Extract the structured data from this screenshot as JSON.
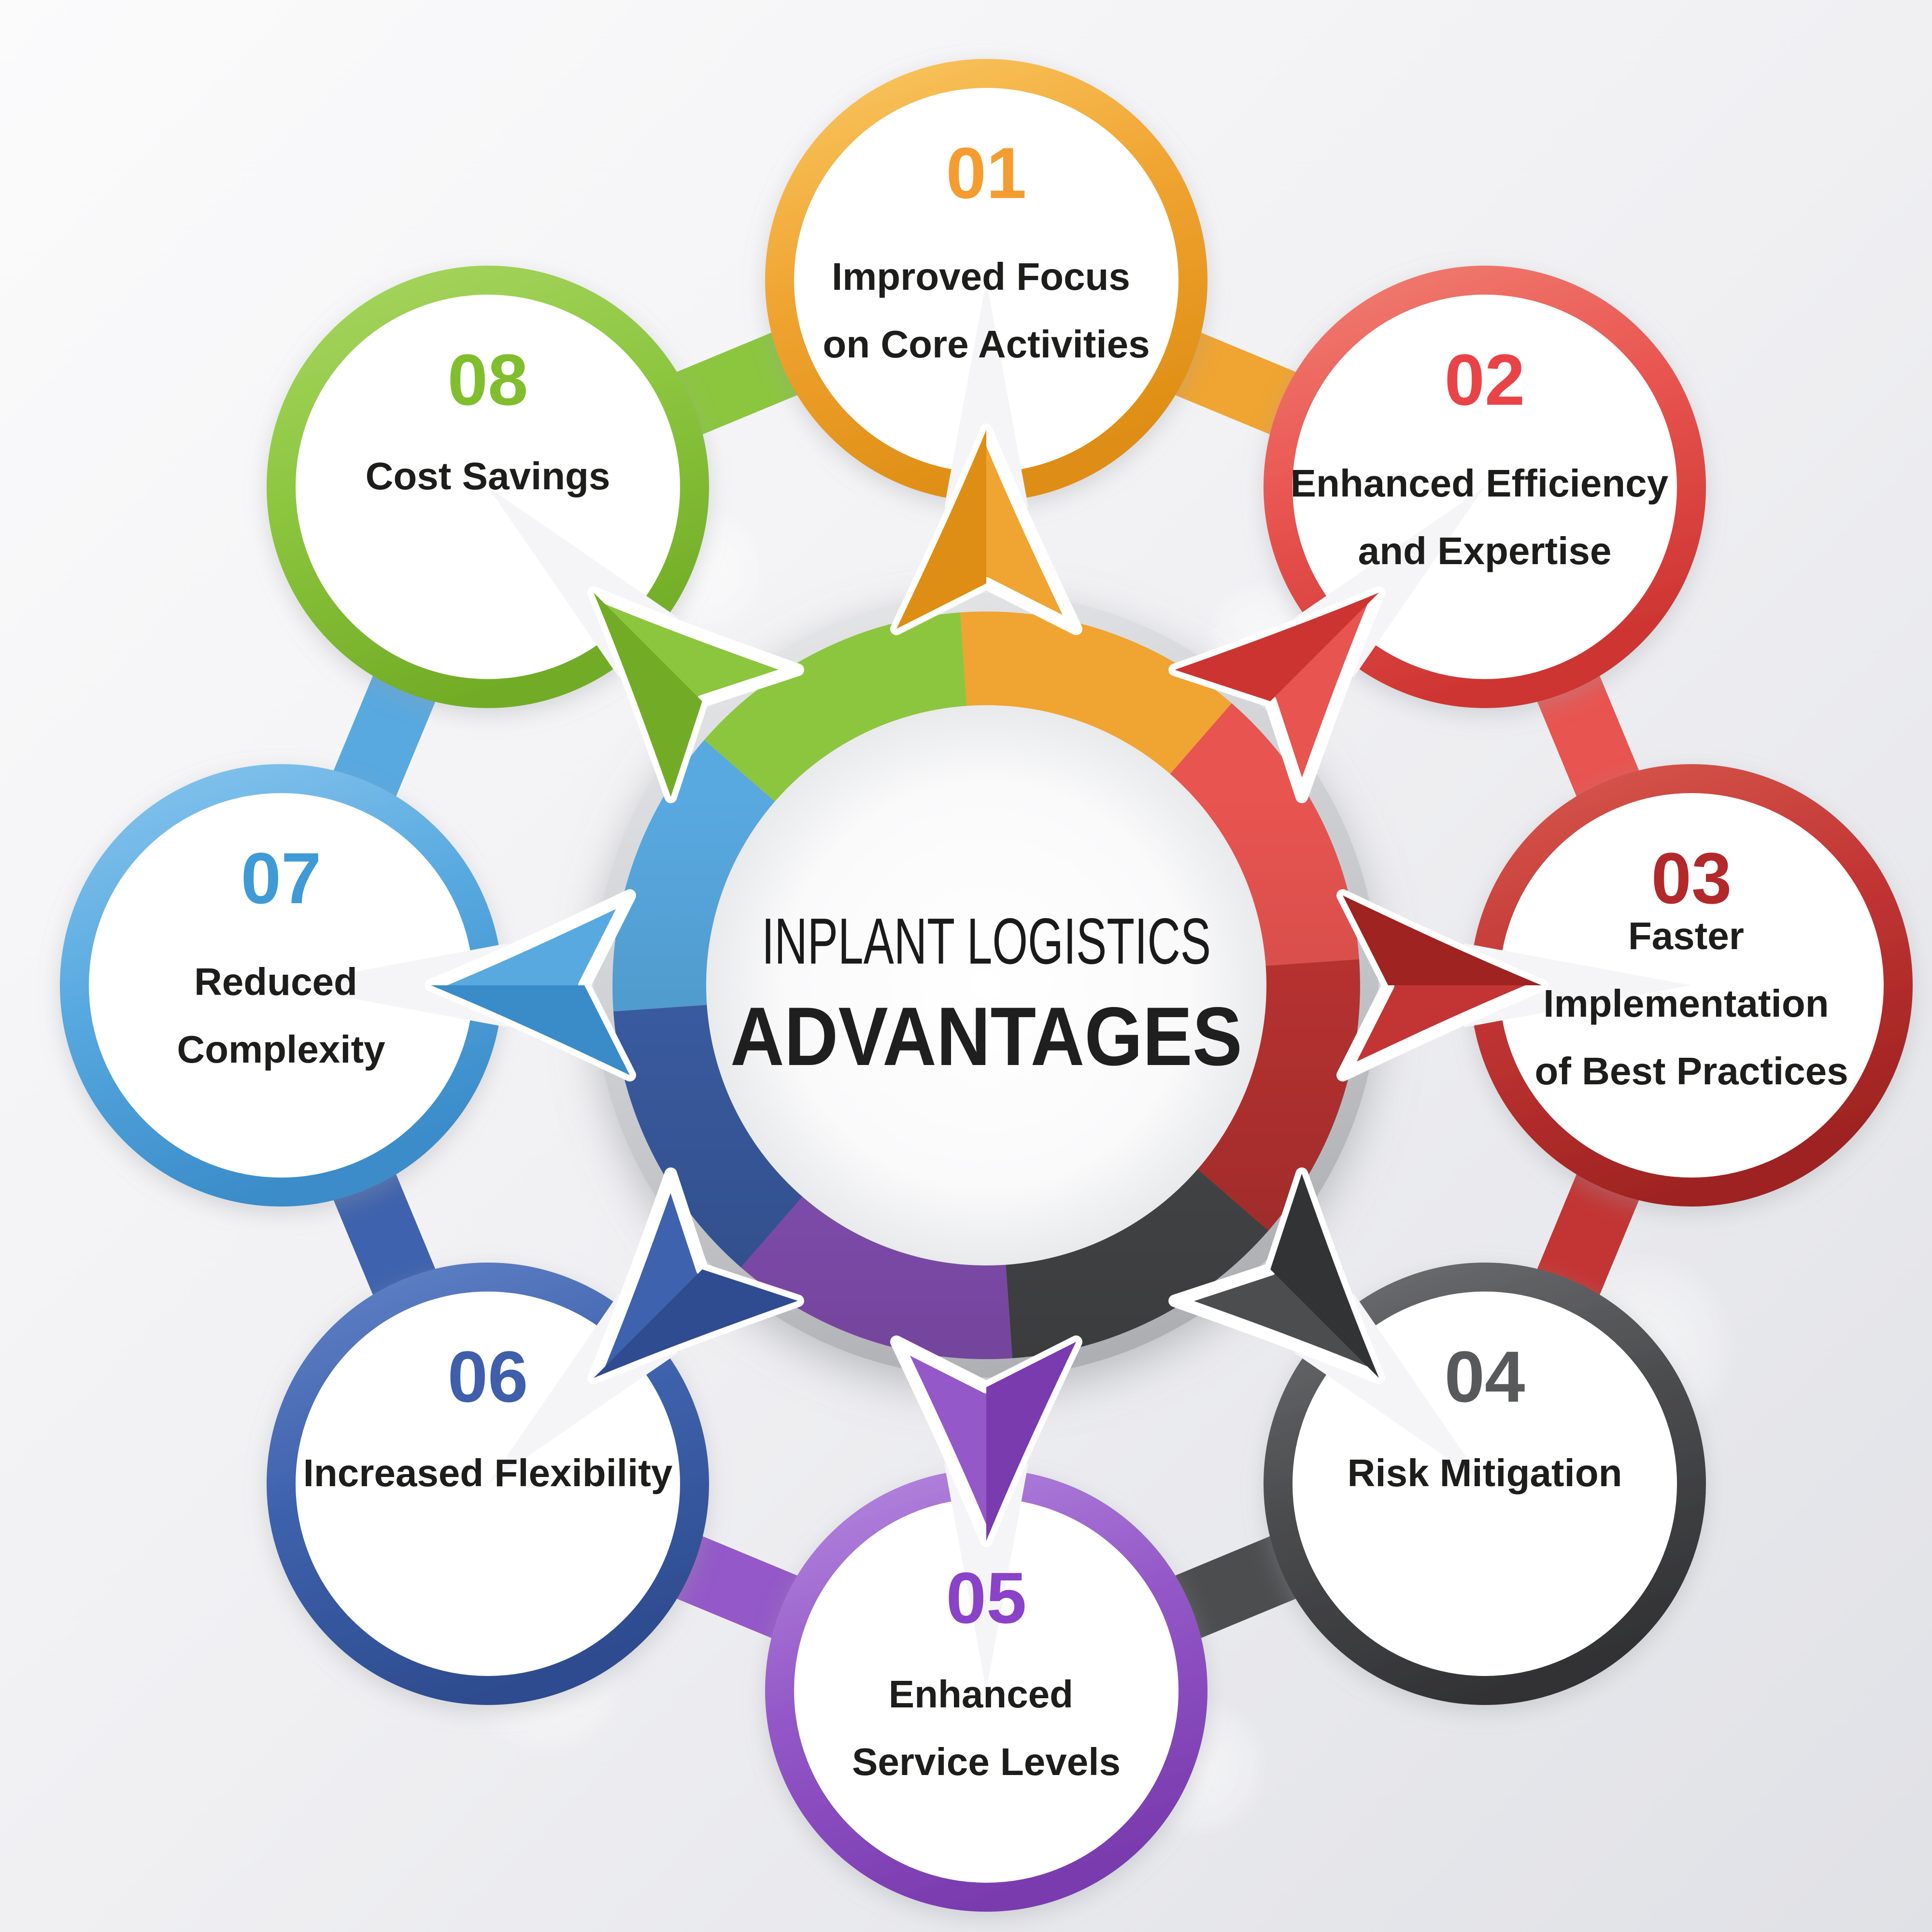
{
  "title": {
    "line1": "INPLANT LOGISTICS",
    "line2": "ADVANTAGES"
  },
  "items": [
    {
      "number": "01",
      "label_lines": [
        "Improved Focus",
        "on Core Activities"
      ],
      "color_light": "#F8C35C",
      "color": "#F0A431",
      "color_dark": "#DE8E14",
      "number_color": "#F59C30"
    },
    {
      "number": "02",
      "label_lines": [
        "Enhanced Efficiency",
        "and Expertise"
      ],
      "color_light": "#F07A6E",
      "color": "#E85450",
      "color_dark": "#CC3431",
      "number_color": "#E94348"
    },
    {
      "number": "03",
      "label_lines": [
        "Faster",
        "Implementation",
        "of Best Practices"
      ],
      "color_light": "#D4554A",
      "color": "#C23534",
      "color_dark": "#9E2321",
      "number_color": "#B2282B"
    },
    {
      "number": "04",
      "label_lines": [
        "Risk Mitigation"
      ],
      "color_light": "#6A6B6E",
      "color": "#4C4D4F",
      "color_dark": "#323335",
      "number_color": "#58595B"
    },
    {
      "number": "05",
      "label_lines": [
        "Enhanced",
        "Service Levels"
      ],
      "color_light": "#B183DC",
      "color": "#9458C8",
      "color_dark": "#7A3BAF",
      "number_color": "#8A42C8"
    },
    {
      "number": "06",
      "label_lines": [
        "Increased Flexibility"
      ],
      "color_light": "#5E7FC4",
      "color": "#3E62AD",
      "color_dark": "#2E4C8F",
      "number_color": "#3F5EAB"
    },
    {
      "number": "07",
      "label_lines": [
        "Reduced",
        "Complexity"
      ],
      "color_light": "#82C2EC",
      "color": "#58A9E0",
      "color_dark": "#3A8CC9",
      "number_color": "#3F9AD6"
    },
    {
      "number": "08",
      "label_lines": [
        "Cost Savings"
      ],
      "color_light": "#A5D45D",
      "color": "#8CC63F",
      "color_dark": "#72AC26",
      "number_color": "#80BE2E"
    }
  ],
  "connectors": [
    {
      "from": "08",
      "to": "01",
      "color": "#8CC63F"
    },
    {
      "from": "01",
      "to": "02",
      "color": "#F0A431"
    },
    {
      "from": "02",
      "to": "03",
      "color": "#E85450"
    },
    {
      "from": "03",
      "to": "04",
      "color": "#C23534"
    },
    {
      "from": "04",
      "to": "05",
      "color": "#4C4D4F"
    },
    {
      "from": "05",
      "to": "06",
      "color": "#9458C8"
    },
    {
      "from": "06",
      "to": "07",
      "color": "#3E62AD"
    },
    {
      "from": "07",
      "to": "08",
      "color": "#58A9E0"
    }
  ],
  "palette": {
    "background_start": "#FBFBFC",
    "background_mid": "#F0F0F3",
    "background_end": "#E0E1E6",
    "wheel_ring_light": "#E6E7E9",
    "wheel_ring_dark": "#AEAFB3",
    "wheel_inner": "#FAFAFB",
    "label_text": "#1D1D1B",
    "title_text": "#1A1A1A"
  }
}
